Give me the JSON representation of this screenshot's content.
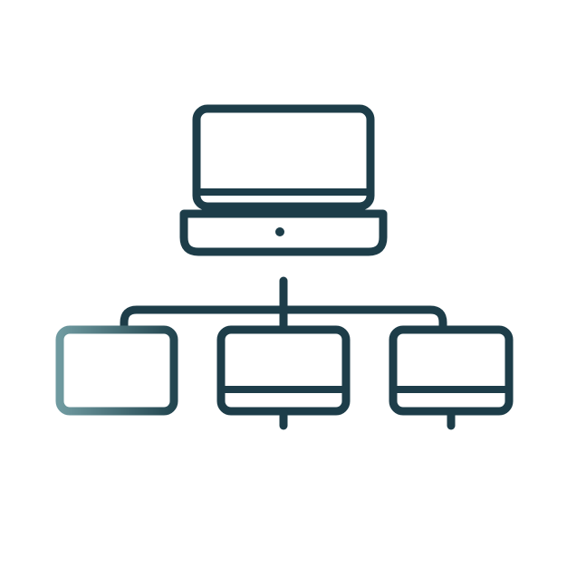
{
  "illustration": {
    "icon": "network-hierarchy-icon",
    "colors": {
      "primary_stroke": "#1d3d49",
      "faded_gradient_start": "#6f9aa0",
      "faded_gradient_end": "#234650",
      "background": "#ffffff"
    },
    "nodes": [
      {
        "icon": "laptop-icon",
        "role": "parent"
      },
      {
        "icon": "monitor-icon",
        "role": "child"
      },
      {
        "icon": "monitor-icon",
        "role": "child"
      },
      {
        "icon": "monitor-icon",
        "role": "child"
      }
    ]
  }
}
